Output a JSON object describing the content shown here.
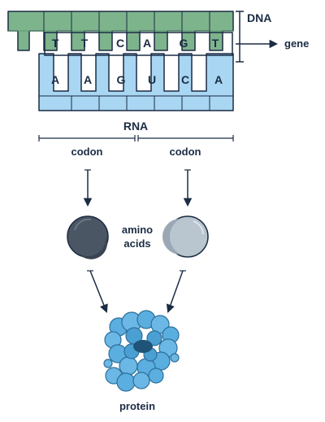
{
  "labels": {
    "dna": "DNA",
    "gene": "gene",
    "rna": "RNA",
    "codon_1": "codon",
    "codon_2": "codon",
    "amino_acids_line1": "amino",
    "amino_acids_line2": "acids",
    "protein": "protein"
  },
  "dna_bases": [
    "T",
    "T",
    "C",
    "A",
    "G",
    "T"
  ],
  "rna_bases": [
    "A",
    "A",
    "G",
    "U",
    "C",
    "A"
  ],
  "colors": {
    "dna_green": "#7eb48c",
    "dna_green_dark": "#5f9a72",
    "rna_blue": "#a9d6f2",
    "outline": "#1b2c44",
    "dark_amino": "#4a5663",
    "light_amino": "#b9c5cf",
    "protein_blue": "#5aaee0",
    "protein_dark": "#2e6f9a"
  },
  "icons": [
    "right-arrow-icon",
    "down-arrow-icon",
    "protein-blob-icon"
  ]
}
